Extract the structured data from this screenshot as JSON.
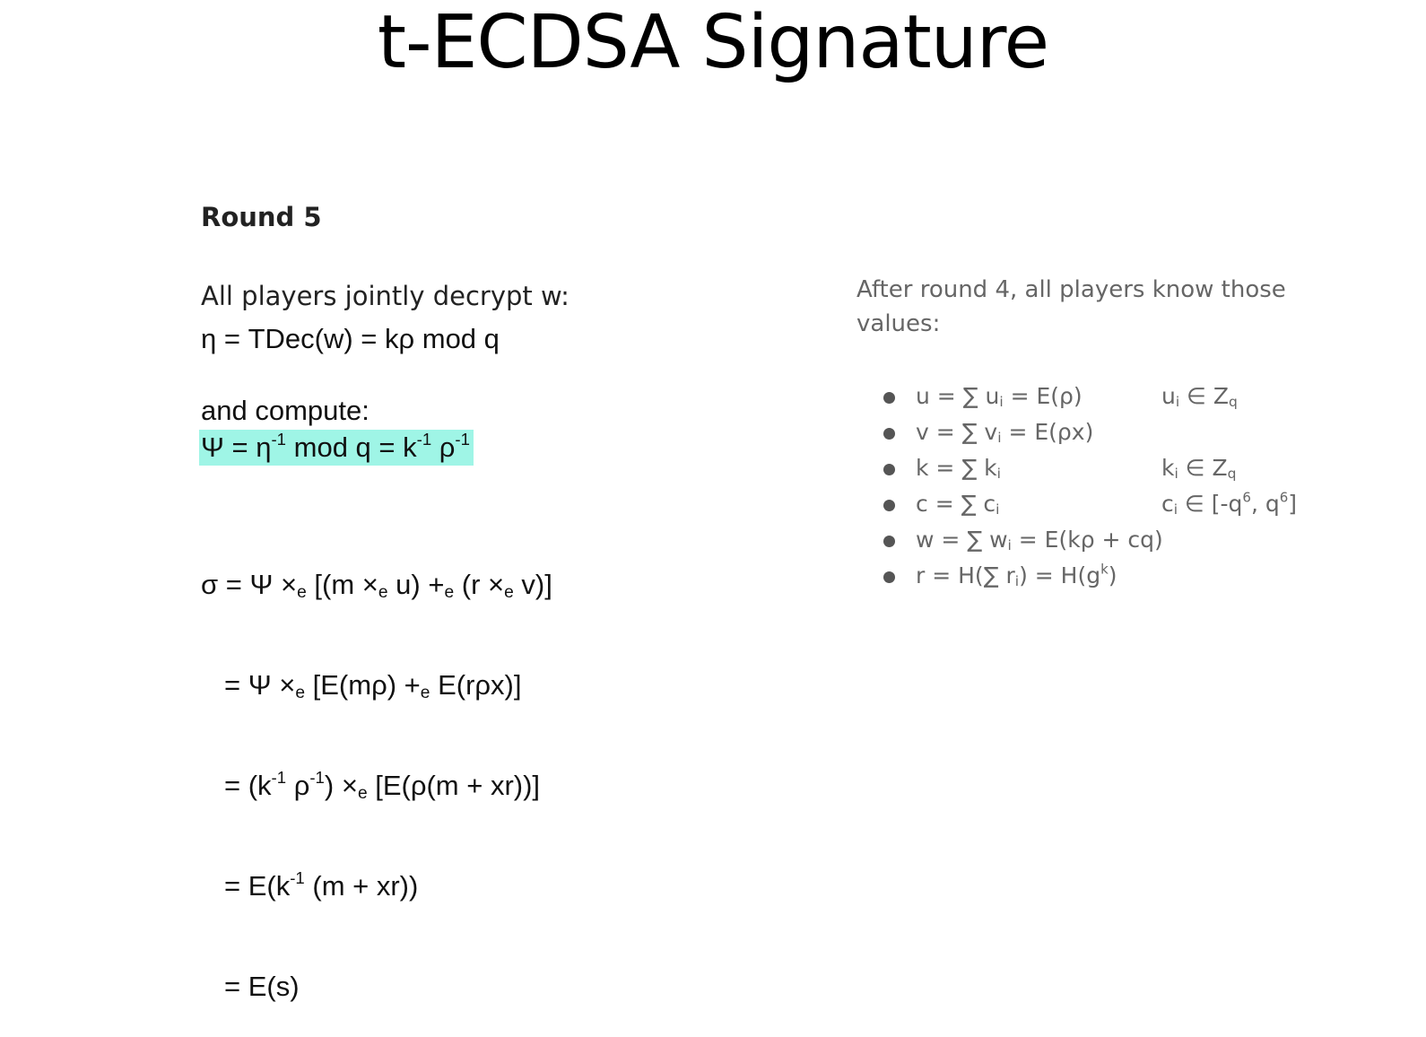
{
  "slide": {
    "title": "t-ECDSA Signature"
  },
  "left": {
    "heading": "Round 5",
    "intro": "All players jointly decrypt w:",
    "eta": "η = TDec(w) = kρ mod q",
    "compute_label": "and compute:",
    "psi": {
      "a": "Ψ = η",
      "a_sup": "-1",
      "b": " mod q = k",
      "b_sup": "-1",
      "c": " ρ",
      "c_sup": "-1"
    },
    "sigma": {
      "line1": {
        "p1": "σ = Ψ ×",
        "s1": "e",
        "p2": " [(m ×",
        "s2": "e",
        "p3": " u) +",
        "s3": "e",
        "p4": " (r ×",
        "s4": "e",
        "p5": " v)]"
      },
      "line2": {
        "p1": "= Ψ ×",
        "s1": "e",
        "p2": " [E(mρ) +",
        "s2": "e",
        "p3": " E(rρx)]"
      },
      "line3": {
        "p1": "= (k",
        "sup1": "-1",
        "p2": " ρ",
        "sup2": "-1",
        "p3": ") ×",
        "s1": "e",
        "p4": " [E(ρ(m + xr))]"
      },
      "line4": {
        "p1": "= E(k",
        "sup1": "-1",
        "p2": " (m + xr))"
      },
      "line5": "= E(s)"
    }
  },
  "right": {
    "intro": "After round 4, all players know those values:",
    "items": [
      {
        "f1": "u = ∑ u",
        "f1_sub": "i",
        "f2": " = E(ρ)",
        "note_a": "u",
        "note_sub": "i",
        "note_b": " ∈ Z",
        "note_sub2": "q"
      },
      {
        "f1": "v = ∑ v",
        "f1_sub": "i",
        "f2": " = E(ρx)"
      },
      {
        "f1": "k = ∑ k",
        "f1_sub": "i",
        "note_a": "k",
        "note_sub": "i",
        "note_b": " ∈ Z",
        "note_sub2": "q"
      },
      {
        "f1": "c = ∑ c",
        "f1_sub": "i",
        "note_a": "c",
        "note_sub": "i",
        "note_b": " ∈ [-q",
        "note_sup1": "6",
        "note_c": ", q",
        "note_sup2": "6",
        "note_d": "]"
      },
      {
        "f1": "w = ∑ w",
        "f1_sub": "i",
        "f2": " = E(kρ + cq)"
      },
      {
        "f1": "r = H(∑ r",
        "f1_sub": "i",
        "f2": ") = H(g",
        "f2_sup": "k",
        "f3": ")"
      }
    ]
  },
  "colors": {
    "highlight": "#9ff5e6",
    "side_text": "#666666",
    "main_text": "#222222"
  }
}
